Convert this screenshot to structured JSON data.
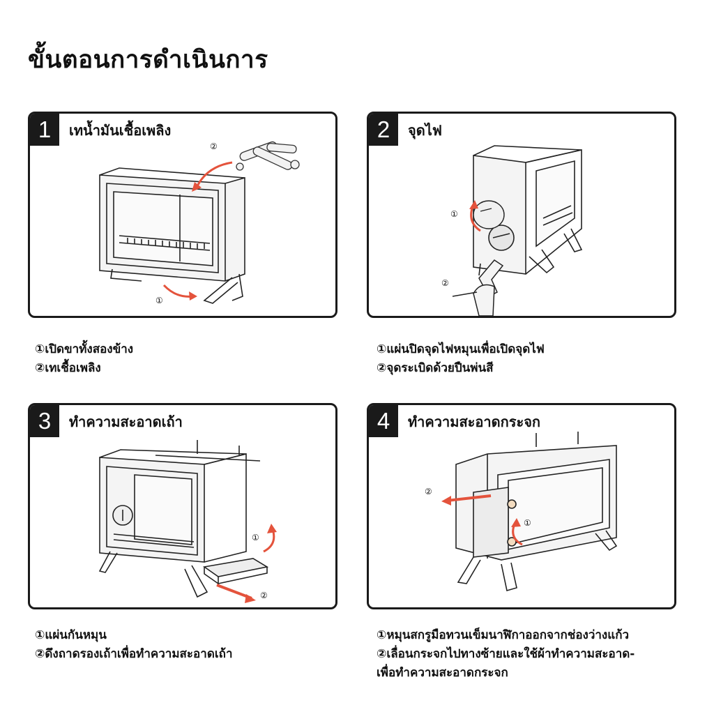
{
  "page_title": "ขั้นตอนการดำเนินการ",
  "steps": [
    {
      "number": "1",
      "title": "เทน้ำมันเชื้อเพลิง",
      "callouts": [
        "②",
        "①"
      ],
      "notes": [
        "①เปิดขาทั้งสองข้าง",
        "②เทเชื้อเพลิง"
      ]
    },
    {
      "number": "2",
      "title": "จุดไฟ",
      "callouts": [
        "①",
        "②"
      ],
      "notes": [
        "①แผ่นปิดจุดไฟหมุนเพื่อเปิดจุดไฟ",
        "②จุดระเบิดด้วยปืนพ่นสี"
      ]
    },
    {
      "number": "3",
      "title": "ทำความสะอาดเถ้า",
      "callouts": [
        "①",
        "②"
      ],
      "notes": [
        "①แผ่นกันหมุน",
        "②ดึงถาดรองเถ้าเพื่อทำความสะอาดเถ้า"
      ]
    },
    {
      "number": "4",
      "title": "ทำความสะอาดกระจก",
      "callouts": [
        "②",
        "①"
      ],
      "notes": [
        "①หมุนสกรูมือทวนเข็มนาฬิกาออกจากช่องว่างแก้ว",
        "②เลื่อนกระจกไปทางซ้ายและใช้ผ้าทำความสะอาด-",
        "เพื่อทำความสะอาดกระจก"
      ]
    }
  ],
  "colors": {
    "arrow": "#e4533c",
    "frame": "#1a1a1a"
  }
}
